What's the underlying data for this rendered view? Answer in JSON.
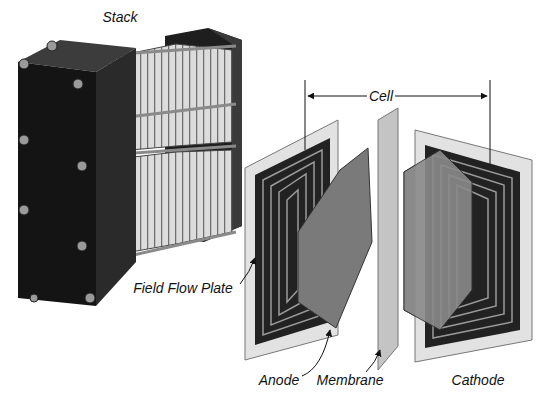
{
  "diagram": {
    "labels": [
      "Stack",
      "Cell",
      "Field Flow Plate",
      "Anode",
      "Membrane",
      "Cathode"
    ]
  }
}
